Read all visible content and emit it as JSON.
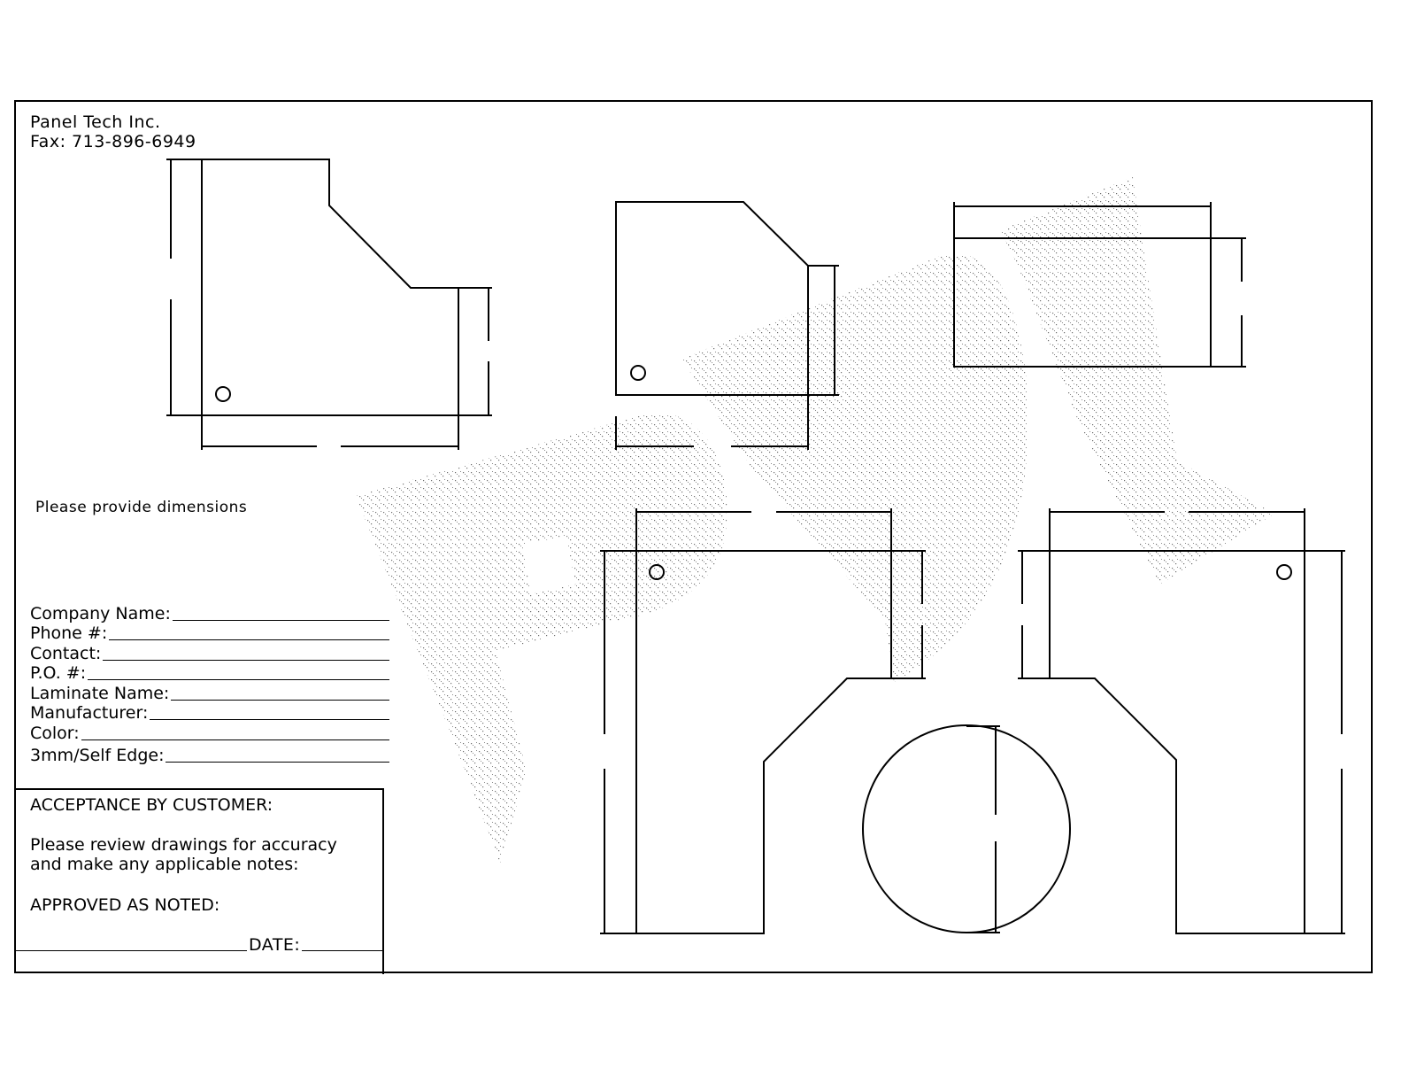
{
  "title_block": {
    "company": "Panel Tech Inc.",
    "fax": "Fax:  713-896-6949"
  },
  "note": "Please provide dimensions",
  "fields": [
    {
      "label": "Company Name:"
    },
    {
      "label": "Phone #:"
    },
    {
      "label": "Contact:"
    },
    {
      "label": "P.O. #:"
    },
    {
      "label": "Laminate Name:"
    },
    {
      "label": "Manufacturer:"
    },
    {
      "label": "Color:"
    },
    {
      "label": "3mm/Self Edge:"
    }
  ],
  "acceptance": {
    "heading": "ACCEPTANCE BY CUSTOMER:",
    "review_line1": "Please review drawings for accuracy",
    "review_line2": "and make any applicable notes:",
    "approved": "APPROVED AS NOTED:",
    "date_label": "DATE:"
  },
  "watermark": {
    "text": "PDF",
    "color": "#555555"
  },
  "colors": {
    "line": "#000000",
    "background": "#ffffff"
  }
}
